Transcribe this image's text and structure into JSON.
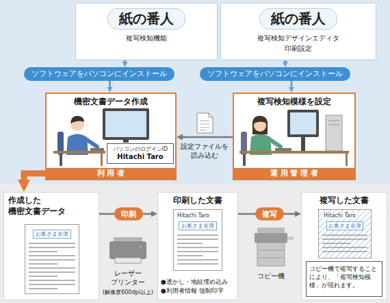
{
  "diagram": {
    "nodes": [
      {
        "text": [
          "紙の番人",
          "複写検知機能"
        ]
      },
      {
        "text": [
          "ソフトウェアをパソコンにインストール"
        ]
      },
      {
        "text": [
          "紙の番人",
          "複写検知デザインエディタ",
          "印刷設定"
        ]
      },
      {
        "text": [
          "ソフトウェアをパソコンにインストール"
        ]
      },
      {
        "text": [
          "機密文書データ作成",
          "利 用 者"
        ]
      },
      {
        "text": [
          "パソコンのログインID",
          "Hitachi Taro"
        ],
        "in": 4
      },
      {
        "text": [
          "複写検知模様を設定",
          "運 用 管 理 者"
        ]
      },
      {
        "text": [
          "作成した 機密文書データ"
        ]
      },
      {
        "text": [
          "お客さま名簿"
        ],
        "in": 7
      },
      {
        "text": [
          "印刷した文書",
          "●透かし・地紋埋め込み",
          "●利用者情報 強制印字"
        ]
      },
      {
        "text": [
          "Hitachi Taro",
          "お客さま名簿"
        ],
        "in": 9
      },
      {
        "text": [
          "複写した文書"
        ]
      },
      {
        "text": [
          "Hitachi Taro",
          "お客さま名簿"
        ],
        "in": 11
      },
      {
        "text": [
          "コピー機で複写することにより、「複写検知模様」が現れます。"
        ],
        "in": 11
      }
    ],
    "edges": [
      {
        "from": 0,
        "to": 1,
        "arrow": "to"
      },
      {
        "from": 1,
        "to": 4,
        "arrow": "to"
      },
      {
        "from": 2,
        "to": 3,
        "arrow": "to"
      },
      {
        "from": 3,
        "to": 6,
        "arrow": "to"
      },
      {
        "from": 6,
        "to": 4,
        "label": "設定ファイルを 読み込む",
        "arrow": "to"
      },
      {
        "from": 4,
        "to": 7,
        "arrow": "to"
      },
      {
        "from": 7,
        "to": 9,
        "label": "印刷",
        "arrow": "to"
      },
      {
        "from": 9,
        "to": 11,
        "label": "複写",
        "arrow": "to"
      }
    ],
    "labels": [
      "レーザー プリンター",
      "(解像度600dpi以上)",
      "コピー機"
    ]
  }
}
